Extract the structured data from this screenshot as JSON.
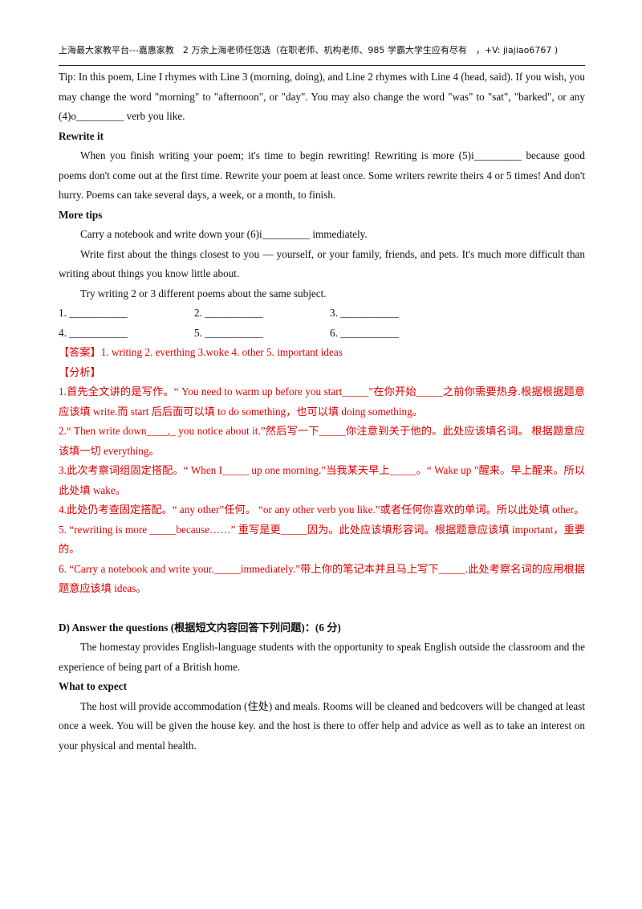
{
  "header": {
    "text": "上海最大家教平台---嘉惠家教　2 万余上海老师任您选（在职老师、机构老师、985 学霸大学生应有尽有　，+V: jiajiao6767 )"
  },
  "tip": "Tip: In this poem, Line I rhymes with Line 3 (morning, doing), and Line 2 rhymes with Line 4 (head, said). If you wish, you may change the word \"morning\" to \"afternoon\", or \"day\". You may also change the word \"was\" to \"sat\", \"barked\", or any (4)o_________ verb you like.",
  "rewrite": {
    "heading": "Rewrite it",
    "body": "When you finish writing your poem; it's time to begin rewriting! Rewriting is more (5)i_________ because good poems don't come out at the first time. Rewrite your poem at least once. Some writers rewrite theirs 4 or 5 times! And don't hurry. Poems can take several days, a week, or a month, to finish."
  },
  "more_tips": {
    "heading": "More tips",
    "p1": "Carry a notebook and write down your (6)i_________ immediately.",
    "p2": "Write first about the things closest to you — yourself, or your family, friends, and pets. It's much more difficult than writing about things you know little about.",
    "p3": "Try writing 2 or 3 different poems about the same subject."
  },
  "blanks": {
    "row1": [
      "1. ___________",
      "2. ___________",
      "3. ___________"
    ],
    "row2": [
      "4. ___________",
      "5. ___________",
      "6. ___________"
    ]
  },
  "answer": {
    "label": "【答案】",
    "items": [
      "1. writing",
      "2. everthing",
      "3.woke",
      "4. other",
      "5. important",
      "ideas"
    ]
  },
  "analysis": {
    "label": "【分析】",
    "points": [
      "1.首先全文讲的是写作。“ You need to warm up before you start_____”在你开始_____之前你需要热身.根据根据题意应该填 write.而 start 后后面可以填 to do something，也可以填 doing something。",
      "2.“ Then write down____,_ you notice about it.”然后写一下_____你注意到关于他的。此处应该填名词。 根据题意应该填一切 everything。",
      "3.此次考察词组固定搭配。“ When I_____ up one morning.”当我某天早上_____。“ Wake up ”醒来。早上醒来。所以此处填 wake。",
      "4.此处仍考查固定搭配。“ any other”任何。 “or any other verb you like.”或者任何你喜欢的单词。所以此处填 other。",
      "5. “rewriting is more _____because……” 重写是更_____因为。此处应该填形容词。根据题意应该填 important，重要的。",
      "6. “Carry a notebook and write your._____immediately.”带上你的笔记本并且马上写下_____.此处考察名词的应用根据题意应该填 ideas。"
    ]
  },
  "section_d": {
    "heading": "D) Answer the questions (根据短文内容回答下列问题)：(6 分)",
    "intro": "The homestay provides English-language students with the opportunity to speak English outside the classroom and the experience of being part of a British home.",
    "subheading": "What to expect",
    "body": "The host will provide accommodation (住处) and meals. Rooms will be cleaned and bedcovers will be changed at least once a week. You will be given the house key. and the host is there to offer help and advice as well as to take an interest on your physical and mental health."
  }
}
